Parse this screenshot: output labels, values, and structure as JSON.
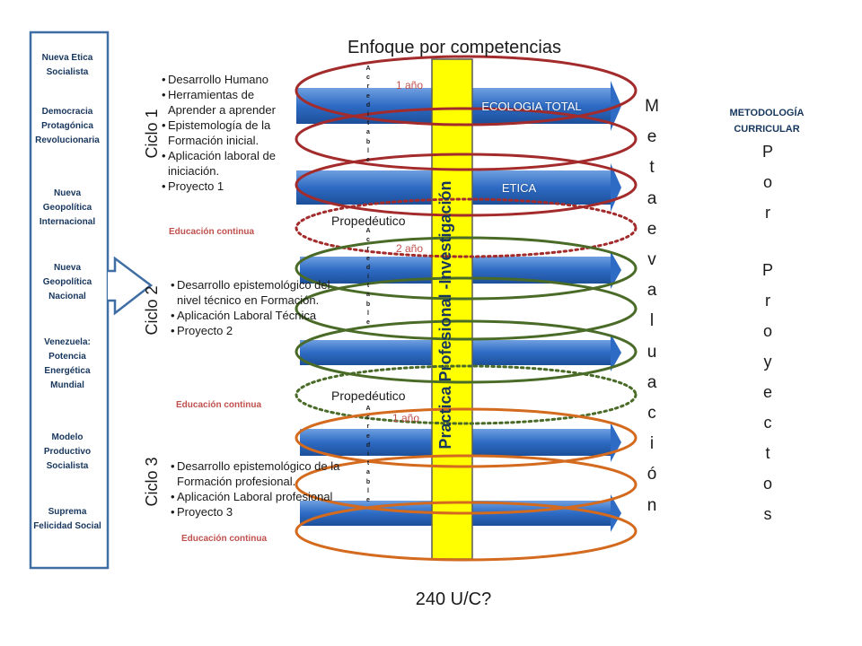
{
  "title": "Enfoque por competencias",
  "bottom_label": "240 U/C?",
  "method": {
    "line1": "METODOLOGÍA",
    "line2": "CURRICULAR"
  },
  "left_panel": [
    "Nueva Etica Socialista",
    "Democracia Protagónica Revolucionaria",
    "Nueva Geopolítica Internacional",
    "Nueva Geopolítica Nacional",
    "Venezuela: Potencia Energética Mundial",
    "Modelo Productivo Socialista",
    "Suprema Felicidad Social"
  ],
  "cycles": [
    {
      "label": "Ciclo 1",
      "bullets": [
        "Desarrollo Humano",
        "Herramientas de Aprender a aprender",
        "Epistemología de la Formación inicial.",
        "Aplicación laboral de iniciación.",
        "Proyecto 1"
      ],
      "continuing": "Educación continua"
    },
    {
      "label": "Ciclo 2",
      "bullets": [
        "Desarrollo epistemológico del nivel técnico en Formación.",
        "Aplicación Laboral Técnica",
        "Proyecto 2"
      ],
      "continuing": "Educación continua"
    },
    {
      "label": "Ciclo 3",
      "bullets": [
        "Desarrollo epistemológico de la Formación profesional.",
        "Aplicación Laboral profesional",
        "Proyecto 3"
      ],
      "continuing": "Educación continua"
    }
  ],
  "bands": {
    "ecologia": "ECOLOGIA TOTAL",
    "etica": "ETICA"
  },
  "propedeutico": [
    "Propedéutico",
    "Propedéutico"
  ],
  "years": [
    "1 año",
    "2 año",
    "1 año"
  ],
  "acreditable": "Acreditable",
  "center_bar": "Practica Profesional -Investigación",
  "metaevaluacion": "Metaevaluación",
  "por_proyectos": {
    "word1": "Por",
    "word2": "Proyectos"
  },
  "colors": {
    "ring_red": "#a32b2b",
    "ring_green": "#4a6b27",
    "ring_orange": "#d46a1e",
    "bar_yellow": "#ffff00",
    "arrow_blue": "#2e6bc4"
  }
}
